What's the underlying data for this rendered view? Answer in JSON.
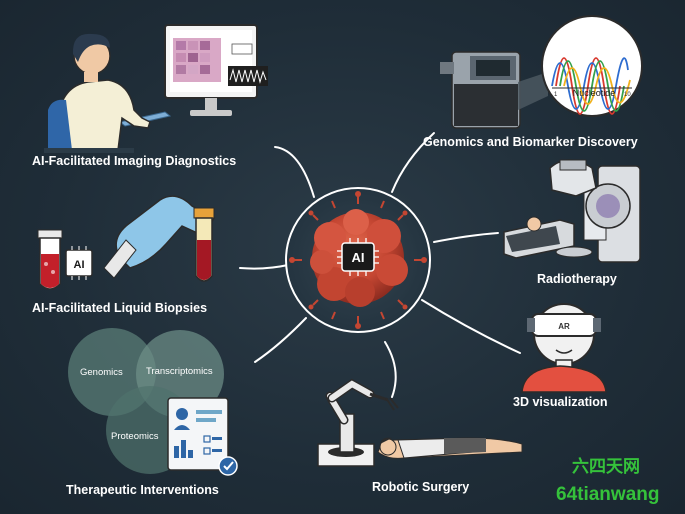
{
  "center": {
    "label": "AI",
    "icon": "ai-chip-icon"
  },
  "nodes": [
    {
      "id": "imaging",
      "label": "AI-Facilitated Imaging Diagnostics",
      "icon": "doctor-at-computer-icon"
    },
    {
      "id": "genomics",
      "label": "Genomics and Biomarker Discovery",
      "icon": "dna-sequencer-icon"
    },
    {
      "id": "radiotherapy",
      "label": "Radiotherapy",
      "icon": "radiotherapy-machine-icon"
    },
    {
      "id": "liquid",
      "label": "AI-Facilitated Liquid Biopsies",
      "icon": "blood-sample-tube-icon"
    },
    {
      "id": "visualization",
      "label": "3D visualization",
      "icon": "vr-headset-user-icon"
    },
    {
      "id": "robotic",
      "label": "Robotic Surgery",
      "icon": "surgical-robot-icon"
    },
    {
      "id": "therapeutic",
      "label": "Therapeutic Interventions",
      "icon": "venn-clipboard-icon"
    }
  ],
  "sequencer_chart": {
    "axis_label": "Nucleotide",
    "tick_start": "1",
    "tick_end": "10"
  },
  "headset_text": "AR",
  "venn": {
    "circles": [
      "Genomics",
      "Transcriptomics",
      "Proteomics"
    ]
  },
  "watermark": {
    "line1": "六四天网",
    "line2": "64tianwang"
  },
  "colors": {
    "background": "#1f2d38",
    "tumor": "#c74a36",
    "connector": "#ffffff",
    "glove": "#8ec6e8",
    "watermark": "#35c23b"
  }
}
